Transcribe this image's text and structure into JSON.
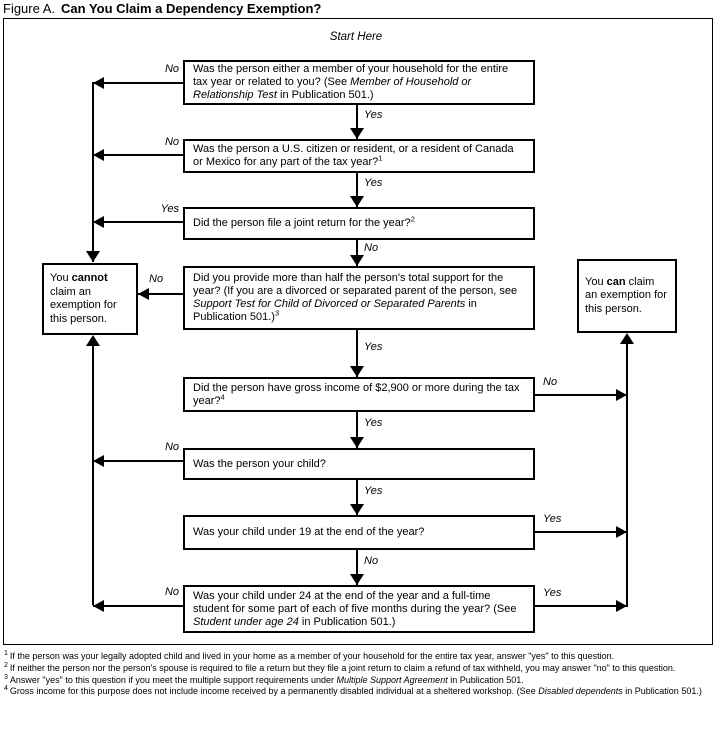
{
  "title": {
    "figure_label": "Figure A.",
    "heading": "Can You Claim a Dependency Exemption?"
  },
  "chart": {
    "start_here": "Start Here",
    "questions": [
      {
        "id": "household",
        "segments": [
          {
            "t": "Was the person either a member of your household for the entire tax year or related to you? (See "
          },
          {
            "t": "Member of Household or Relationship Test",
            "style": "italic"
          },
          {
            "t": " in Publication 501.)"
          }
        ]
      },
      {
        "id": "citizen",
        "segments": [
          {
            "t": "Was the person a U.S. citizen or resident, or a resident of Canada or Mexico for any part of the tax year?"
          },
          {
            "t": "1",
            "style": "sup"
          }
        ]
      },
      {
        "id": "joint-return",
        "segments": [
          {
            "t": "Did the person file a joint return for the year?"
          },
          {
            "t": "2",
            "style": "sup"
          }
        ]
      },
      {
        "id": "support",
        "segments": [
          {
            "t": "Did you provide more than half the person's total support for the year? (If you are a divorced or separated parent of the person, see "
          },
          {
            "t": "Support Test for Child of Divorced or Separated Parents",
            "style": "italic"
          },
          {
            "t": " in Publication 501.)"
          },
          {
            "t": "3",
            "style": "sup"
          }
        ]
      },
      {
        "id": "gross-income",
        "segments": [
          {
            "t": "Did the person have gross income of $2,900 or more during the tax year?"
          },
          {
            "t": "4",
            "style": "sup"
          }
        ]
      },
      {
        "id": "your-child",
        "segments": [
          {
            "t": "Was the person your child?"
          }
        ]
      },
      {
        "id": "under-19",
        "segments": [
          {
            "t": "Was your child under 19 at the end of the year?"
          }
        ]
      },
      {
        "id": "under-24",
        "segments": [
          {
            "t": "Was your child under 24 at the end of the year and a full-time student for some part of each of five months during the year? (See "
          },
          {
            "t": "Student under age 24",
            "style": "italic"
          },
          {
            "t": " in Publication 501.)"
          }
        ]
      }
    ],
    "outcomes": {
      "cannot": {
        "segments": [
          {
            "t": "You "
          },
          {
            "t": "cannot",
            "style": "bold"
          },
          {
            "t": " claim an exemption for this person."
          }
        ]
      },
      "can": {
        "segments": [
          {
            "t": "You "
          },
          {
            "t": "can",
            "style": "bold"
          },
          {
            "t": " claim an exemption for this person."
          }
        ]
      }
    },
    "edge_labels": {
      "q1_yes": "Yes",
      "q2_yes": "Yes",
      "q3_no": "No",
      "q4_yes": "Yes",
      "q5_yes": "Yes",
      "q6_yes": "Yes",
      "q7_no": "No",
      "q1_no": "No",
      "q2_no": "No",
      "q3_yes": "Yes",
      "q4_no": "No",
      "q6_no": "No",
      "q8_no": "No",
      "q5_no": "No",
      "q7_yes": "Yes",
      "q8_yes": "Yes"
    },
    "line_color": "#000000",
    "background_color": "#ffffff"
  },
  "footnotes": [
    {
      "num": "1",
      "segments": [
        {
          "t": "If the person was your legally adopted child and lived in your home as a member of your household for the entire tax year, answer \"yes\" to this question."
        }
      ]
    },
    {
      "num": "2",
      "segments": [
        {
          "t": "If neither the person nor the person's spouse is required to file a return but they file a joint return to claim a refund of tax withheld, you may answer \"no\" to this question."
        }
      ]
    },
    {
      "num": "3",
      "segments": [
        {
          "t": "Answer \"yes\" to this question if you meet the multiple support requirements under "
        },
        {
          "t": "Multiple Support Agreement",
          "style": "italic"
        },
        {
          "t": " in Publication 501."
        }
      ]
    },
    {
      "num": "4",
      "segments": [
        {
          "t": "Gross income for this purpose does not include income received by a permanently disabled individual at a sheltered workshop. (See "
        },
        {
          "t": "Disabled dependents",
          "style": "italic"
        },
        {
          "t": " in Publication 501.)"
        }
      ]
    }
  ]
}
